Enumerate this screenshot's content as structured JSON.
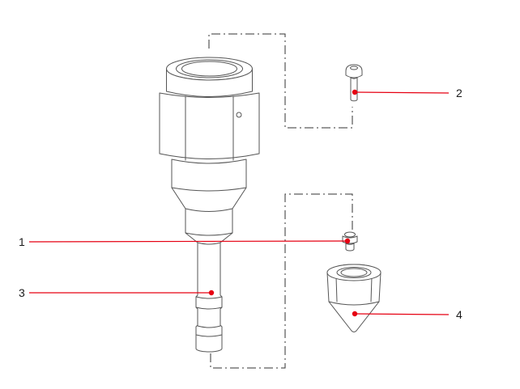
{
  "diagram": {
    "callouts": [
      {
        "label": "1"
      },
      {
        "label": "2"
      },
      {
        "label": "3"
      },
      {
        "label": "4"
      }
    ],
    "colors": {
      "leader": "#e60012",
      "phantom": "#333333",
      "outline": "#555555",
      "background": "#ffffff"
    }
  }
}
